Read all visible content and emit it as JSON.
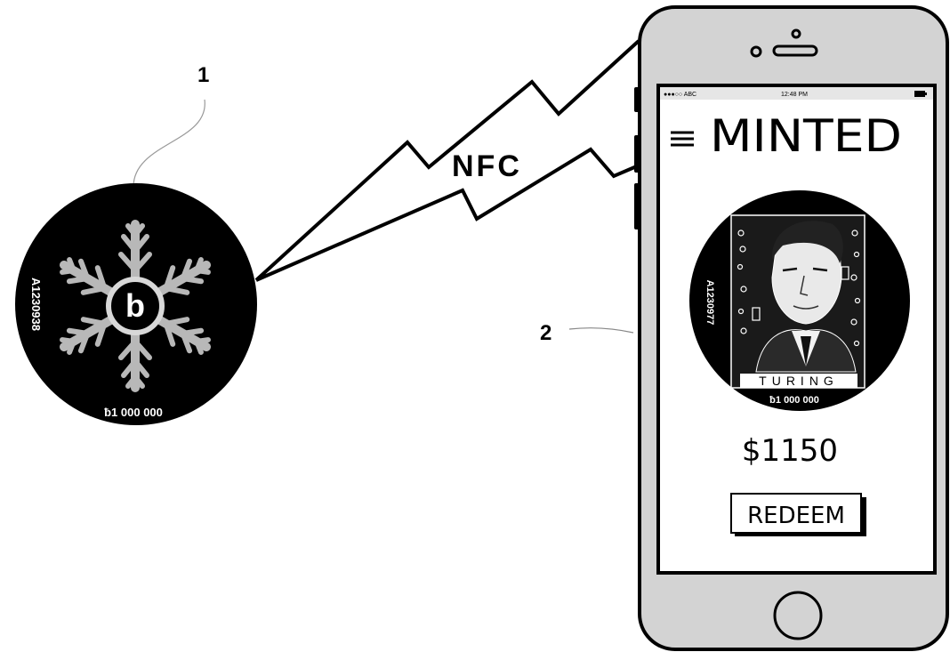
{
  "labels": {
    "ref_1": "1",
    "ref_2": "2",
    "nfc": "NFC"
  },
  "coin": {
    "serial": "A1230938",
    "denomination": "ƀ1 000 000",
    "emblem_letter": "b",
    "icon": "snowflake-bitcoin-emblem-icon"
  },
  "phone": {
    "status_bar": {
      "carrier": "●●●○○ ABC",
      "time": "12:48 PM",
      "battery_icon": "battery-icon"
    },
    "menu_icon": "hamburger-menu-icon",
    "app_title": "MINTED",
    "token": {
      "serial": "A1230977",
      "name": "TURING",
      "denomination": "ƀ1 000 000",
      "image": "turing-portrait"
    },
    "price": "$1150",
    "redeem_label": "REDEEM"
  },
  "colors": {
    "coin_black": "#000000",
    "phone_body": "#d3d3d3",
    "screen_white": "#ffffff",
    "line": "#000000"
  }
}
